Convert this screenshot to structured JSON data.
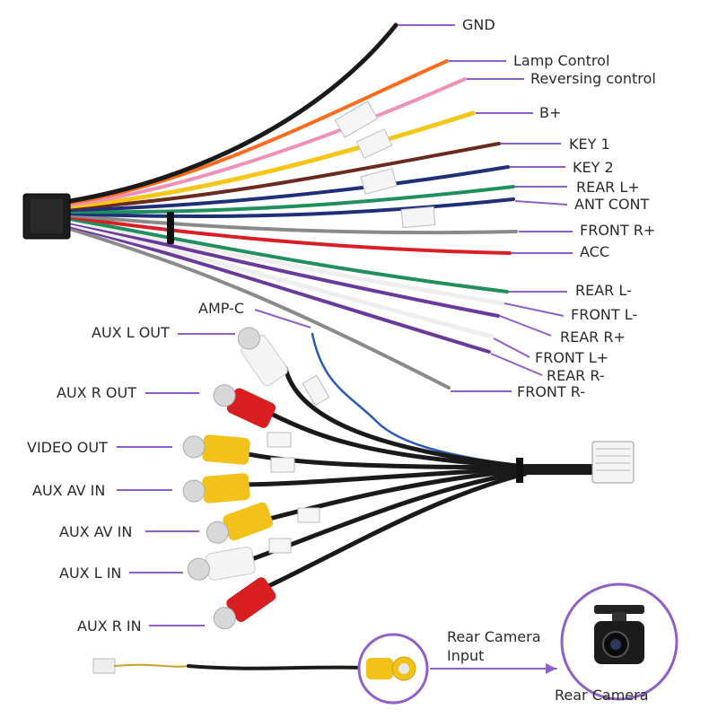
{
  "colors": {
    "leader": "#8e5fc8",
    "background": "#ffffff",
    "text": "#2a2a2a",
    "wire_black": "#1a1a1a",
    "wire_orange": "#ff6b1a",
    "wire_pink": "#f08fb8",
    "wire_yellow": "#f5c518",
    "wire_brown": "#6b2a1e",
    "wire_green": "#1f8f5e",
    "wire_navy": "#1f2f7a",
    "wire_grey": "#8a8a8a",
    "wire_red": "#d91f26",
    "wire_purple": "#6a3a9a",
    "wire_white": "#eeeeee",
    "wire_blue": "#2c5bb5",
    "rca_red": "#d81e20",
    "rca_yellow": "#f2c21a",
    "rca_white": "#f4f4f4"
  },
  "main_harness": {
    "labels": {
      "gnd": "GND",
      "lamp_control": "Lamp Control",
      "reversing_control": "Reversing control",
      "b_plus": "B+",
      "key1": "KEY 1",
      "key2": "KEY 2",
      "rear_l_plus": "REAR L+",
      "ant_cont": "ANT CONT",
      "front_r_plus": "FRONT R+",
      "acc": "ACC",
      "rear_l_minus": "REAR L-",
      "front_l_minus": "FRONT L-",
      "rear_r_plus": "REAR R+",
      "front_l_plus": "FRONT L+",
      "rear_r_minus": "REAR R-",
      "front_r_minus": "FRONT R-"
    }
  },
  "rca_harness": {
    "labels": {
      "amp_c": "AMP-C",
      "aux_l_out": "AUX L OUT",
      "aux_r_out": "AUX R OUT",
      "video_out": "VIDEO OUT",
      "aux_av_in_1": "AUX AV IN",
      "aux_av_in_2": "AUX AV IN",
      "aux_l_in": "AUX L IN",
      "aux_r_in": "AUX R IN"
    }
  },
  "camera": {
    "input_label": "Rear Camera\nInput",
    "camera_label": "Rear Camera",
    "icon": "rear-camera-icon"
  }
}
